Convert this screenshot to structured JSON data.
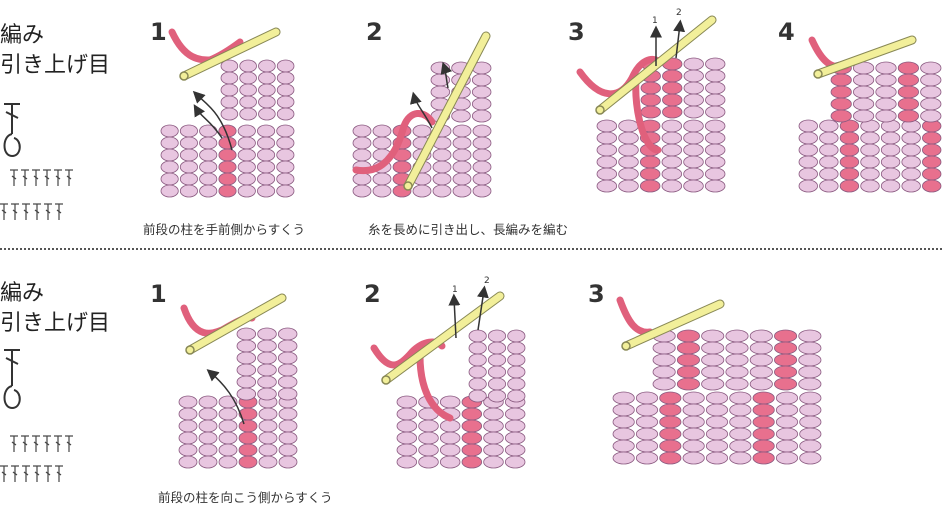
{
  "rows": [
    {
      "title_line1": "編み",
      "title_line2": "引き上げ目",
      "steps": [
        "1",
        "2",
        "3",
        "4"
      ],
      "captions": [
        "前段の柱を手前側からすくう",
        "糸を長めに引き出し、長編みを編む"
      ],
      "arrow_labels": [
        "1",
        "2"
      ]
    },
    {
      "title_line1": "編み",
      "title_line2": "引き上げ目",
      "steps": [
        "1",
        "2",
        "3"
      ],
      "captions": [
        "前段の柱を向こう側からすくう"
      ],
      "arrow_labels": [
        "1",
        "2"
      ]
    }
  ],
  "colors": {
    "fabric": "#e8c6e0",
    "fabric_stroke": "#8a5a80",
    "pulled_stitch": "#e8708e",
    "yarn": "#e0607c",
    "hook": "#f2ef9a",
    "hook_stroke": "#888855"
  }
}
